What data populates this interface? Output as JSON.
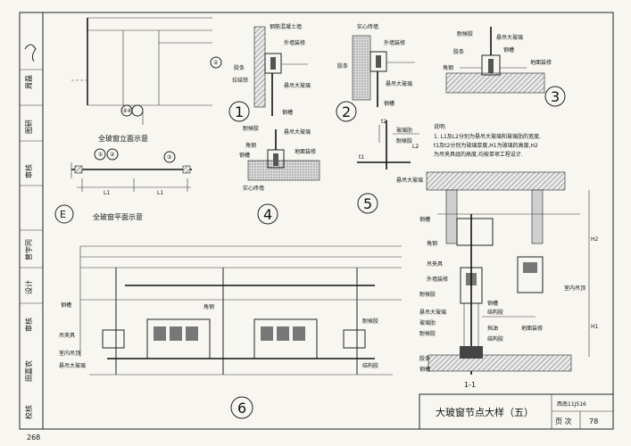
{
  "sidebar": {
    "labels": [
      "校核",
      "田嘉农",
      "审核",
      "设计",
      "曾宇同",
      "审核",
      "图研",
      "周磊"
    ]
  },
  "views": {
    "elevation_label": "全玻窗立面示意",
    "plan_label": "全玻窗平面示意",
    "plan_marker": "E",
    "elevation_refs": [
      "②",
      "③④",
      "①",
      "②",
      "③"
    ]
  },
  "detail_markers": [
    "1",
    "2",
    "3",
    "4",
    "5",
    "6"
  ],
  "callouts": {
    "d1": [
      "钢筋混凝土墙",
      "外墙装修",
      "胶条",
      "拉结铁",
      "悬吊大玻璃",
      "钢槽"
    ],
    "d2": [
      "实心砖墙",
      "外墙装修",
      "胶条",
      "悬吊大玻璃",
      "钢槽"
    ],
    "d3": [
      "耐候胶",
      "悬吊大玻璃",
      "胶条",
      "角钢",
      "钢槽",
      "地面装修"
    ],
    "d4": [
      "耐候胶",
      "悬吊大玻璃",
      "钢槽",
      "角钢",
      "地面装修",
      "实心砖墙"
    ],
    "d5": [
      "玻璃肋",
      "耐候胶",
      "悬吊大玻璃",
      "L2",
      "t2",
      "t1"
    ],
    "section": [
      "钢槽",
      "角钢",
      "吊夹具",
      "外墙装修",
      "耐候胶",
      "室内吊顶",
      "钢槽",
      "结构胶",
      "悬吊大玻璃",
      "玻璃肋",
      "挡油",
      "地面装修",
      "耐候胶",
      "结构胶",
      "胶条",
      "钢槽",
      "H2",
      "H1"
    ],
    "d6": [
      "钢槽",
      "角钢",
      "吊夹具",
      "室内吊顶",
      "悬吊大玻璃",
      "耐候胶",
      "结构胶"
    ]
  },
  "notes": {
    "heading": "说明:",
    "lines": [
      "1. L1及L2分别为悬吊大玻璃和玻璃肋的宽度,",
      "t1及t2分别为玻璃厚度,H1为玻璃的高度,H2",
      "为吊夹具组的高度,均按单项工程设计."
    ]
  },
  "section_label": "1-1",
  "title_block": {
    "title": "大玻窗节点大样（五）",
    "atlas_no": "西南11J516",
    "page_label": "页 次",
    "page_no": "78"
  },
  "page_number": "268",
  "dims": {
    "L1": "L1",
    "H1": "H1",
    "H2": "H2",
    "one": "1"
  }
}
